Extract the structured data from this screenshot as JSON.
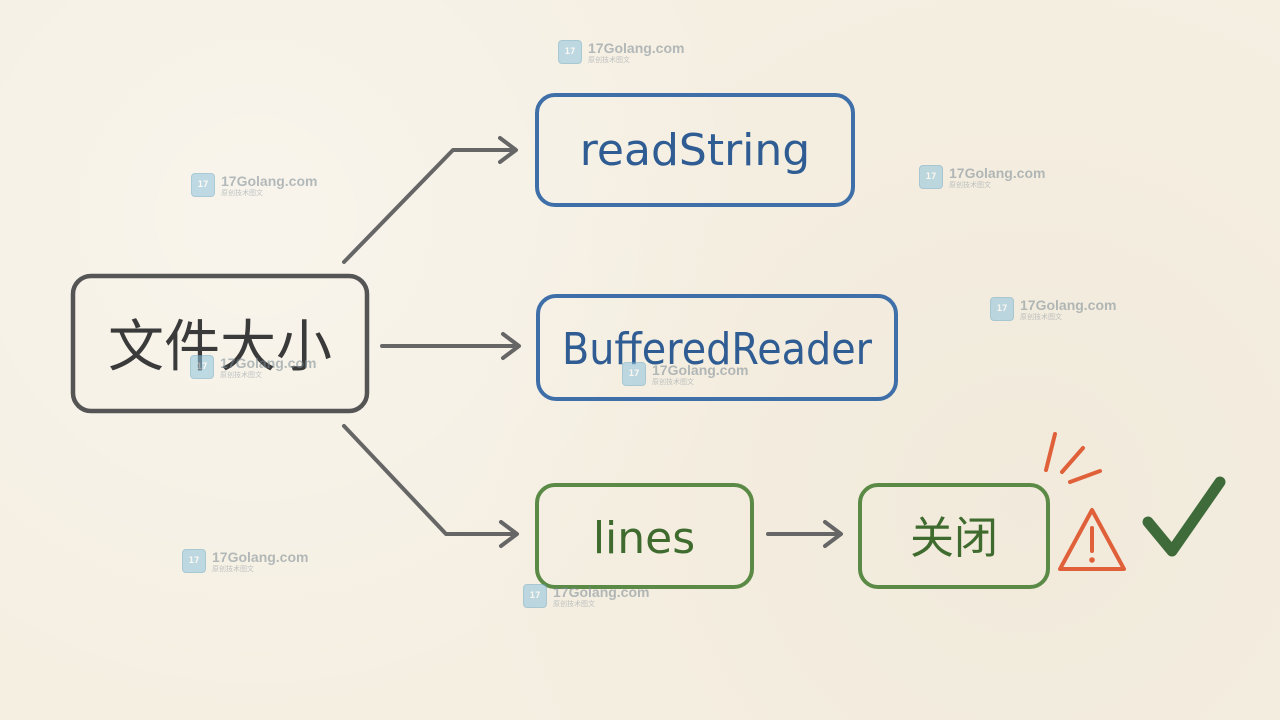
{
  "nodes": {
    "source": "文件大小",
    "read_string": "readString",
    "buffered_reader": "BufferedReader",
    "lines": "lines",
    "close": "关闭"
  },
  "watermark": {
    "title": "17Golang.com",
    "subtitle": "原创技术图文"
  },
  "colors": {
    "source": "#555555",
    "blue": "#3f6fa8",
    "green": "#5a8a45",
    "arrow": "#666666",
    "warning": "#e0603a",
    "check": "#3f6b3b",
    "watermark_logo": "#8fc4de"
  },
  "icons": [
    "warning-icon",
    "checkmark-icon",
    "burst-lines-icon",
    "watermark-logo-icon"
  ]
}
